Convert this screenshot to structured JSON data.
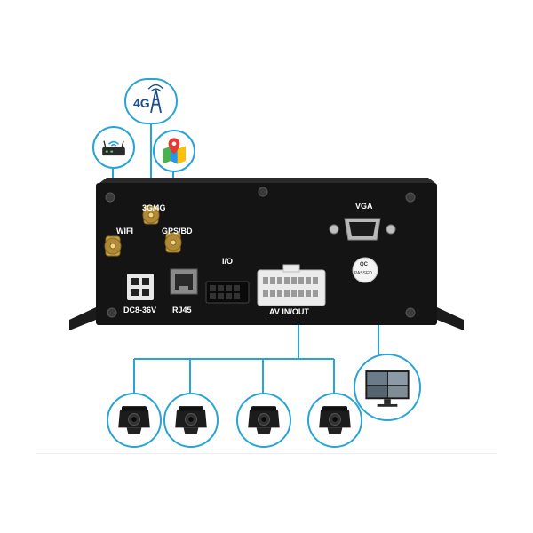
{
  "device": {
    "port_labels": {
      "wifi": "WIFI",
      "cellular": "3G/4G",
      "gps": "GPS/BD",
      "io": "I/O",
      "vga": "VGA",
      "power": "DC8-36V",
      "ethernet": "RJ45",
      "av": "AV IN/OUT"
    },
    "qc_sticker": {
      "line1": "QC",
      "line2": "PASSED"
    }
  },
  "icons": {
    "top": "4g-tower-icon",
    "left": "wifi-router-icon",
    "right": "map-location-icon",
    "monitor": "monitor-icon",
    "cameras": [
      "vehicle-camera-icon",
      "vehicle-camera-icon",
      "vehicle-camera-icon",
      "vehicle-camera-icon"
    ]
  },
  "icon_text": {
    "tower": "4G"
  },
  "colors": {
    "accent": "#2aa3d6",
    "body": "#141414",
    "label": "#ffffff",
    "gold": "#c9a24a"
  }
}
